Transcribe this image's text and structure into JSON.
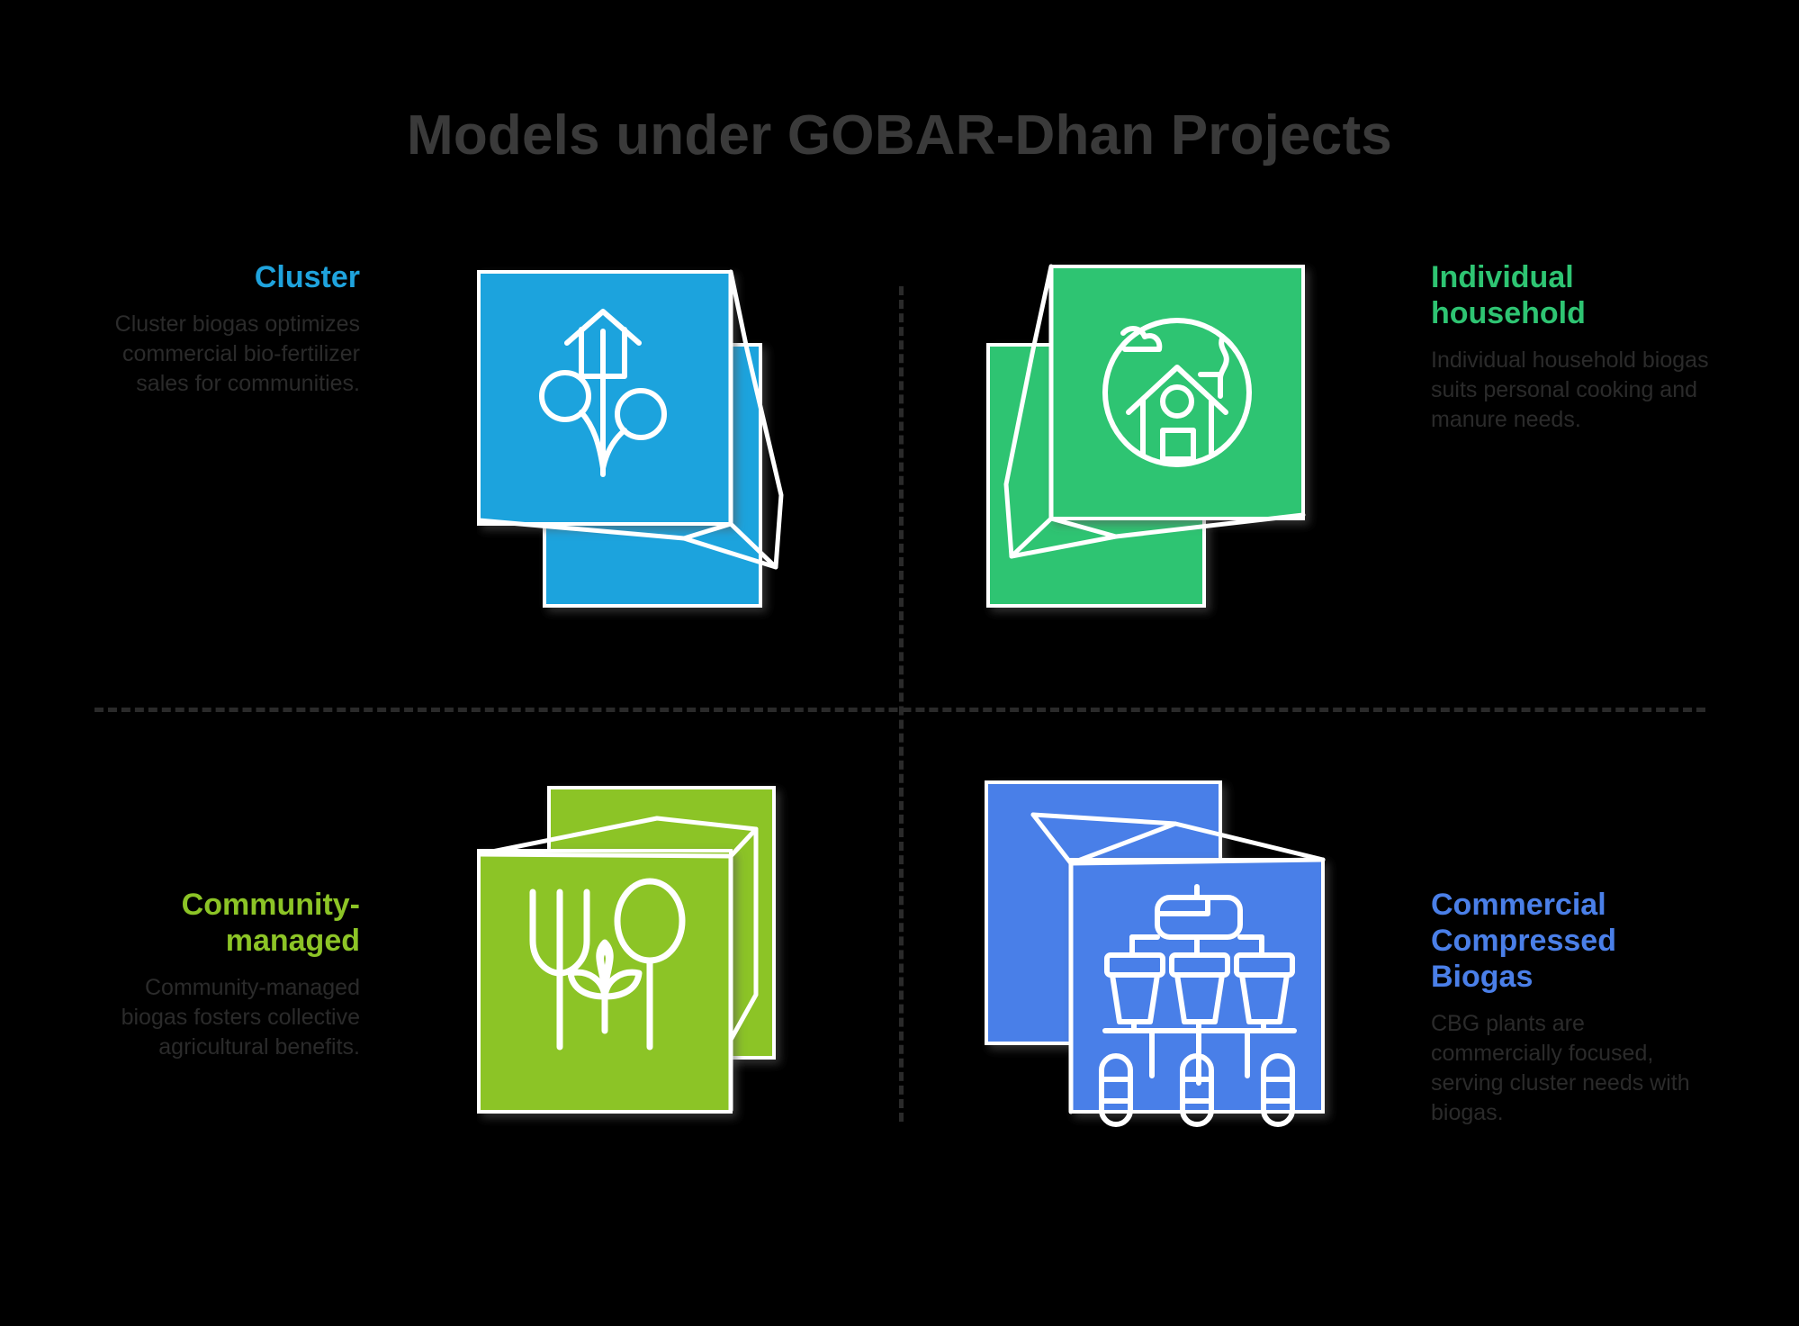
{
  "page": {
    "title": "Models under GOBAR-Dhan Projects",
    "background_color": "#000000",
    "title_color": "#3a3a3a",
    "divider_color": "#2a2a2a",
    "body_text_color": "#2b2b2b"
  },
  "quadrants": [
    {
      "id": "cluster",
      "heading": "Cluster",
      "body": "Cluster biogas optimizes commercial bio-fertilizer sales for communities.",
      "color": "#1fa3dd",
      "icon": "cluster-network-icon",
      "text_side": "left",
      "position": "top-left"
    },
    {
      "id": "individual",
      "heading": "Individual household",
      "body": "Individual household biogas suits personal cooking and manure needs.",
      "color": "#2ec472",
      "icon": "house-in-circle-icon",
      "text_side": "right",
      "position": "top-right"
    },
    {
      "id": "community",
      "heading": "Community-managed",
      "body": "Community-managed biogas fosters collective agricultural benefits.",
      "color": "#8cc426",
      "icon": "farm-tools-plant-icon",
      "text_side": "left",
      "position": "bottom-left"
    },
    {
      "id": "cbg",
      "heading": "Commercial Compressed Biogas",
      "body": "CBG plants are commercially focused, serving cluster needs with biogas.",
      "color": "#4a7fe8",
      "icon": "cbg-plant-network-icon",
      "text_side": "right",
      "position": "bottom-right"
    }
  ]
}
